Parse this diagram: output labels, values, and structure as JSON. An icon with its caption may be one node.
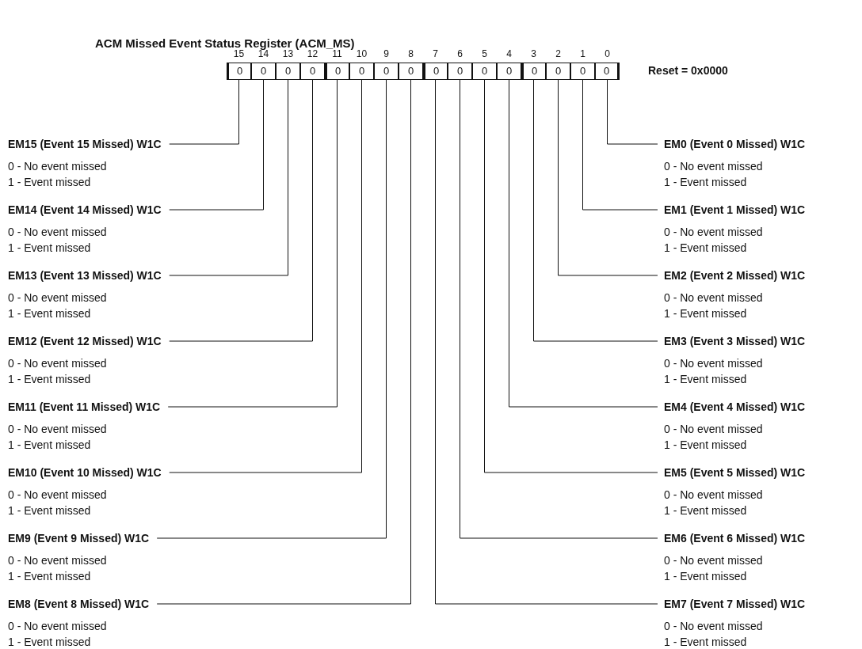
{
  "diagram": {
    "title": "ACM Missed Event Status Register (ACM_MS)",
    "nodes": [
      {
        "text": [
          "0"
        ],
        "beside": [
          "15"
        ]
      },
      {
        "text": [
          "0"
        ],
        "beside": [
          "14"
        ]
      },
      {
        "text": [
          "0"
        ],
        "beside": [
          "13"
        ]
      },
      {
        "text": [
          "0"
        ],
        "beside": [
          "12"
        ]
      },
      {
        "text": [
          "0"
        ],
        "beside": [
          "11"
        ]
      },
      {
        "text": [
          "0"
        ],
        "beside": [
          "10"
        ]
      },
      {
        "text": [
          "0"
        ],
        "beside": [
          "9"
        ]
      },
      {
        "text": [
          "0"
        ],
        "beside": [
          "8"
        ]
      },
      {
        "text": [
          "0"
        ],
        "beside": [
          "7"
        ]
      },
      {
        "text": [
          "0"
        ],
        "beside": [
          "6"
        ]
      },
      {
        "text": [
          "0"
        ],
        "beside": [
          "5"
        ]
      },
      {
        "text": [
          "0"
        ],
        "beside": [
          "4"
        ]
      },
      {
        "text": [
          "0"
        ],
        "beside": [
          "3"
        ]
      },
      {
        "text": [
          "0"
        ],
        "beside": [
          "2"
        ]
      },
      {
        "text": [
          "0"
        ],
        "beside": [
          "1"
        ]
      },
      {
        "text": [
          "0"
        ],
        "beside": [
          "0"
        ]
      },
      {
        "text": [
          "EM15 (Event 15 Missed) W1C",
          "0 - No event missed",
          "1 - Event missed"
        ]
      },
      {
        "text": [
          "EM14 (Event 14 Missed) W1C",
          "0 - No event missed",
          "1 - Event missed"
        ]
      },
      {
        "text": [
          "EM13 (Event 13 Missed) W1C",
          "0 - No event missed",
          "1 - Event missed"
        ]
      },
      {
        "text": [
          "EM12 (Event 12 Missed) W1C",
          "0 - No event missed",
          "1 - Event missed"
        ]
      },
      {
        "text": [
          "EM11 (Event 11 Missed) W1C",
          "0 - No event missed",
          "1 - Event missed"
        ]
      },
      {
        "text": [
          "EM10 (Event 10 Missed) W1C",
          "0 - No event missed",
          "1 - Event missed"
        ]
      },
      {
        "text": [
          "EM9 (Event 9 Missed) W1C",
          "0 - No event missed",
          "1 - Event missed"
        ]
      },
      {
        "text": [
          "EM8 (Event 8 Missed) W1C",
          "0 - No event missed",
          "1 - Event missed"
        ]
      },
      {
        "text": [
          "EM0 (Event 0 Missed) W1C",
          "0 - No event missed",
          "1 - Event missed"
        ]
      },
      {
        "text": [
          "EM1 (Event 1 Missed) W1C",
          "0 - No event missed",
          "1 - Event missed"
        ]
      },
      {
        "text": [
          "EM2 (Event 2 Missed) W1C",
          "0 - No event missed",
          "1 - Event missed"
        ]
      },
      {
        "text": [
          "EM3 (Event 3 Missed) W1C",
          "0 - No event missed",
          "1 - Event missed"
        ]
      },
      {
        "text": [
          "EM4 (Event 4 Missed) W1C",
          "0 - No event missed",
          "1 - Event missed"
        ]
      },
      {
        "text": [
          "EM5 (Event 5 Missed) W1C",
          "0 - No event missed",
          "1 - Event missed"
        ]
      },
      {
        "text": [
          "EM6 (Event 6 Missed) W1C",
          "0 - No event missed",
          "1 - Event missed"
        ]
      },
      {
        "text": [
          "EM7 (Event 7 Missed) W1C",
          "0 - No event missed",
          "1 - Event missed"
        ]
      }
    ],
    "edges": [
      {
        "from": 16,
        "to": 0,
        "arrow": "none"
      },
      {
        "from": 17,
        "to": 1,
        "arrow": "none"
      },
      {
        "from": 18,
        "to": 2,
        "arrow": "none"
      },
      {
        "from": 19,
        "to": 3,
        "arrow": "none"
      },
      {
        "from": 20,
        "to": 4,
        "arrow": "none"
      },
      {
        "from": 21,
        "to": 5,
        "arrow": "none"
      },
      {
        "from": 22,
        "to": 6,
        "arrow": "none"
      },
      {
        "from": 23,
        "to": 7,
        "arrow": "none"
      },
      {
        "from": 24,
        "to": 15,
        "arrow": "none"
      },
      {
        "from": 25,
        "to": 14,
        "arrow": "none"
      },
      {
        "from": 26,
        "to": 13,
        "arrow": "none"
      },
      {
        "from": 27,
        "to": 12,
        "arrow": "none"
      },
      {
        "from": 28,
        "to": 11,
        "arrow": "none"
      },
      {
        "from": 29,
        "to": 10,
        "arrow": "none"
      },
      {
        "from": 30,
        "to": 9,
        "arrow": "none"
      },
      {
        "from": 31,
        "to": 8,
        "arrow": "none"
      }
    ],
    "labels": [
      "Reset = 0x0000"
    ]
  }
}
